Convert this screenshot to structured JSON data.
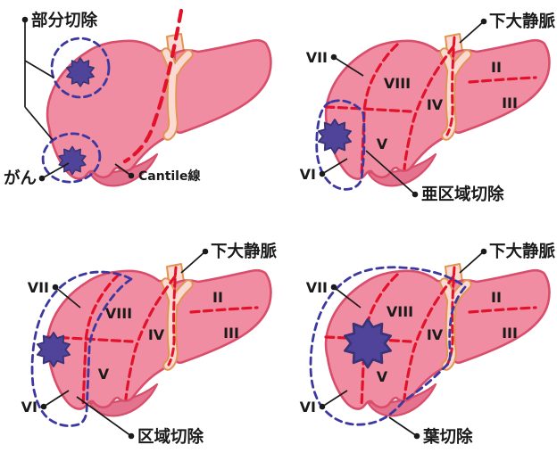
{
  "colors": {
    "background": "#FFFFFF",
    "liver_fill": "#F18DA2",
    "liver_outline": "#D84E6B",
    "liver_shadow": "#E3738E",
    "ligament_fill": "#FBDAD3",
    "ligament_outline": "#E09552",
    "resection_line": "#E2122B",
    "excision_outline": "#3C38A0",
    "tumor_fill": "#4F4499",
    "tumor_outline": "#393377",
    "label_color": "#1A1A1A"
  },
  "segments": {
    "ii": "II",
    "iii": "III",
    "iv": "IV",
    "v": "V",
    "vi": "VI",
    "vii": "VII",
    "viii": "VIII"
  },
  "panels": [
    {
      "name": "partial-resection",
      "title": "部分切除",
      "cancer_label": "がん",
      "cantlie_label": "Cantile線"
    },
    {
      "name": "subsegmentectomy",
      "title": "亜区域切除",
      "ivc_label": "下大静脈"
    },
    {
      "name": "segmentectomy",
      "title": "区域切除",
      "ivc_label": "下大静脈"
    },
    {
      "name": "lobectomy",
      "title": "葉切除",
      "ivc_label": "下大静脈"
    }
  ]
}
